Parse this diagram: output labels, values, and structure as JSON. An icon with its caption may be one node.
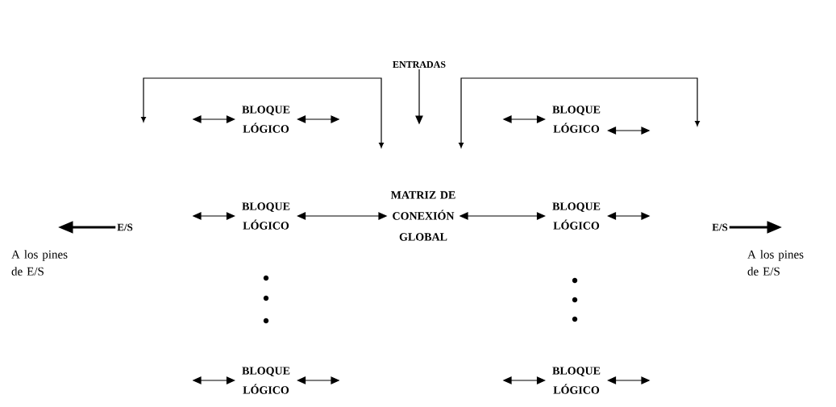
{
  "diagram": {
    "nodes": [
      {
        "text": [
          "ENTRADAS"
        ]
      },
      {
        "text": [
          "BLOQUE LÓGICO"
        ]
      },
      {
        "text": [
          "BLOQUE LÓGICO"
        ]
      },
      {
        "text": [
          "E/S"
        ]
      },
      {
        "text": [
          "BLOQUE LÓGICO"
        ]
      },
      {
        "text": [
          "MATRIZ DE CONEXIÓN GLOBAL"
        ]
      },
      {
        "text": [
          "BLOQUE LÓGICO"
        ]
      },
      {
        "text": [
          "E/S"
        ]
      },
      {
        "text": [
          "BLOQUE LÓGICO"
        ]
      },
      {
        "text": [
          "BLOQUE LÓGICO"
        ]
      }
    ],
    "edges": [
      {
        "from": 0,
        "to": null,
        "arrow": "to"
      },
      {
        "from": null,
        "to": 1,
        "arrow": "both"
      },
      {
        "from": 1,
        "to": null,
        "arrow": "both"
      },
      {
        "from": null,
        "to": 2,
        "arrow": "both"
      },
      {
        "from": 2,
        "to": null,
        "arrow": "both"
      },
      {
        "from": null,
        "to": 4,
        "arrow": "both"
      },
      {
        "from": 4,
        "to": 5,
        "arrow": "both"
      },
      {
        "from": 5,
        "to": 6,
        "arrow": "both"
      },
      {
        "from": 6,
        "to": null,
        "arrow": "both"
      },
      {
        "from": null,
        "to": 8,
        "arrow": "both"
      },
      {
        "from": 8,
        "to": null,
        "arrow": "both"
      },
      {
        "from": null,
        "to": 9,
        "arrow": "both"
      },
      {
        "from": 9,
        "to": null,
        "arrow": "both"
      },
      {
        "from": 3,
        "to": null,
        "arrow": "to",
        "style": "thick"
      },
      {
        "from": 7,
        "to": null,
        "arrow": "to",
        "style": "thick"
      }
    ],
    "labels": [
      "A los pines de E/S",
      "A los pines de E/S"
    ]
  }
}
